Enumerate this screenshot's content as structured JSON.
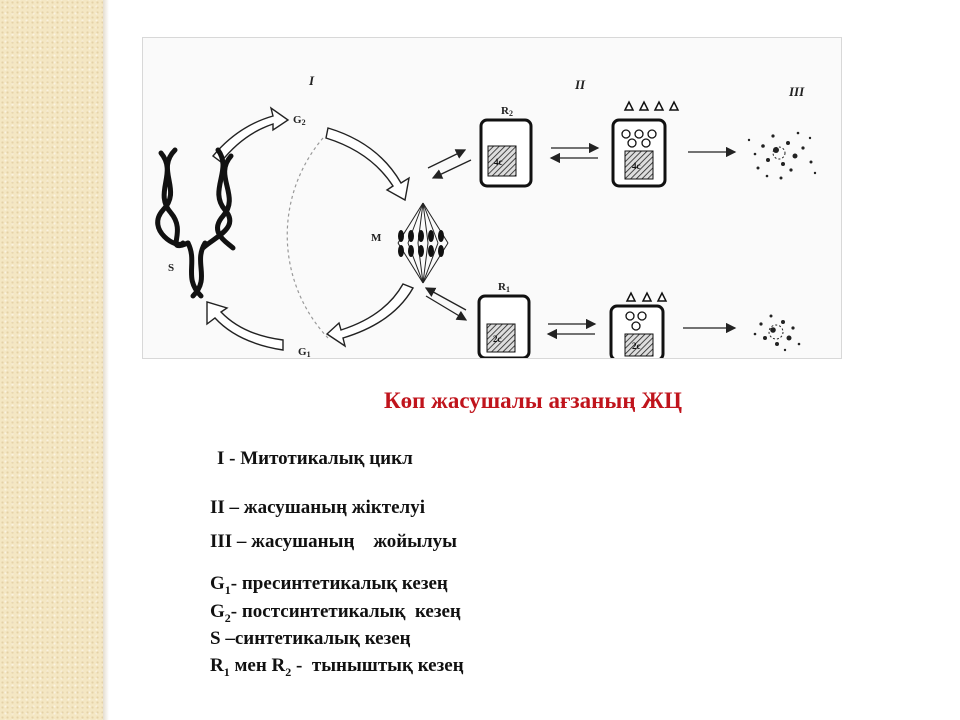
{
  "diagram": {
    "phase_labels": [
      "I",
      "II",
      "III"
    ],
    "stage_labels": {
      "g2": "G",
      "g2_sub": "2",
      "g1": "G",
      "g1_sub": "1",
      "s": "S",
      "m": "M",
      "r2": "R",
      "r2_sub": "2",
      "r1": "R",
      "r1_sub": "1"
    },
    "cell_labels": {
      "r2_cell": "4c",
      "r2_diff": "4c",
      "r1_cell": "2c",
      "r1_diff": "2c"
    }
  },
  "caption": "Көп жасушалы ағзаның ЖЦ",
  "legend": {
    "line1": "I - Митотикалық цикл",
    "line2": "II – жасушаның жіктелуі",
    "line3": "III – жасушаның    жойылуы",
    "g1_letter": "G",
    "g1_sub": "1",
    "g1_text": "- пресинтетикалық кезең",
    "g2_letter": "G",
    "g2_sub": "2",
    "g2_text": "- постсинтетикалық  кезең",
    "s_text": "S –синтетикалық кезең",
    "r1_letter": "R",
    "r1_sub": "1",
    "r_mid": " мен R",
    "r2_sub": "2",
    "r_text": " -  тыныштық кезең"
  }
}
